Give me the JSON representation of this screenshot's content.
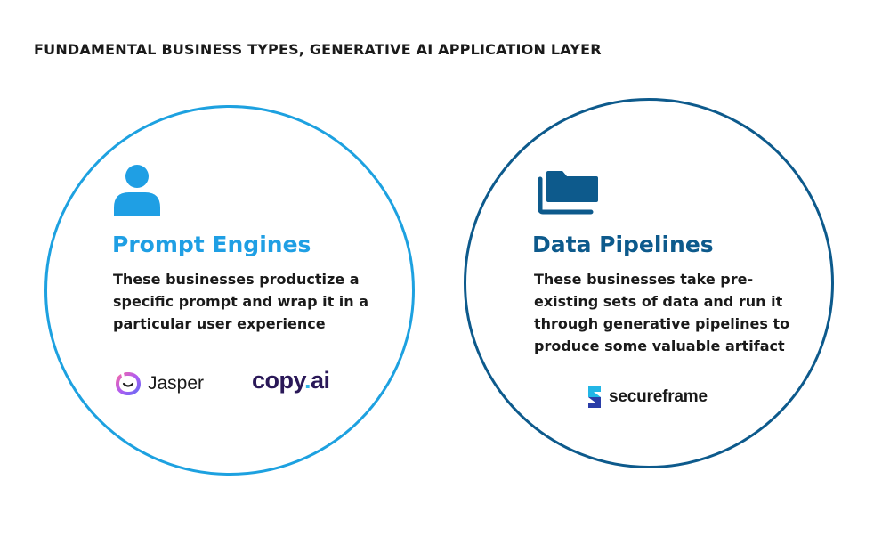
{
  "title": "FUNDAMENTAL BUSINESS TYPES, GENERATIVE AI APPLICATION LAYER",
  "colors": {
    "left_accent": "#1f9fe4",
    "right_accent": "#0d5a8c",
    "text": "#1a1a1a"
  },
  "left": {
    "icon": "person-icon",
    "heading": "Prompt Engines",
    "description": "These businesses productize a specific prompt and wrap it in a particular user experience",
    "logos": {
      "jasper": "Jasper",
      "copyai_main": "copy",
      "copyai_dot": ".",
      "copyai_tail": "ai"
    }
  },
  "right": {
    "icon": "folder-icon",
    "heading": "Data Pipelines",
    "description": "These businesses take pre-existing sets of data and run it through generative pipelines to produce some valuable artifact",
    "logos": {
      "secureframe": "secureframe"
    }
  }
}
